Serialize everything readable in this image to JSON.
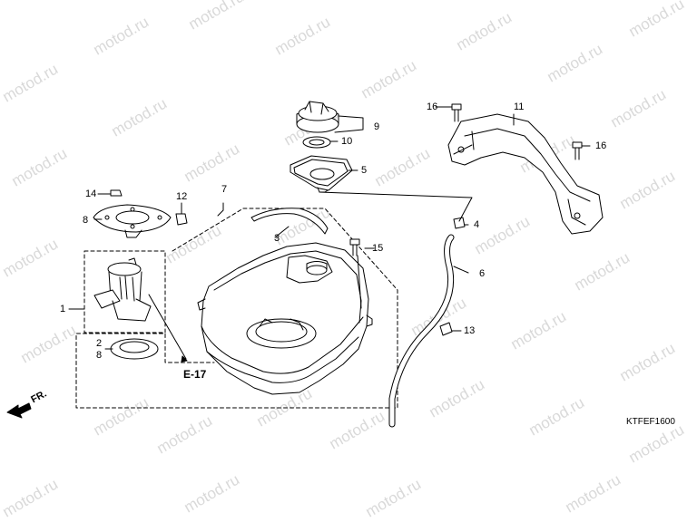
{
  "watermark": "motod.ru",
  "callouts": [
    {
      "id": "c1",
      "text": "1"
    },
    {
      "id": "c2",
      "text": "2"
    },
    {
      "id": "c3",
      "text": "3"
    },
    {
      "id": "c4",
      "text": "4"
    },
    {
      "id": "c5",
      "text": "5"
    },
    {
      "id": "c6",
      "text": "6"
    },
    {
      "id": "c7",
      "text": "7"
    },
    {
      "id": "c8a",
      "text": "8"
    },
    {
      "id": "c8b",
      "text": "8"
    },
    {
      "id": "c9",
      "text": "9"
    },
    {
      "id": "c10",
      "text": "10"
    },
    {
      "id": "c11",
      "text": "11"
    },
    {
      "id": "c12",
      "text": "12"
    },
    {
      "id": "c13",
      "text": "13"
    },
    {
      "id": "c14",
      "text": "14"
    },
    {
      "id": "c15",
      "text": "15"
    },
    {
      "id": "c16a",
      "text": "16"
    },
    {
      "id": "c16b",
      "text": "16"
    }
  ],
  "reference": "E-17",
  "front_marker": "FR.",
  "diagram_code": "KTFEF1600"
}
